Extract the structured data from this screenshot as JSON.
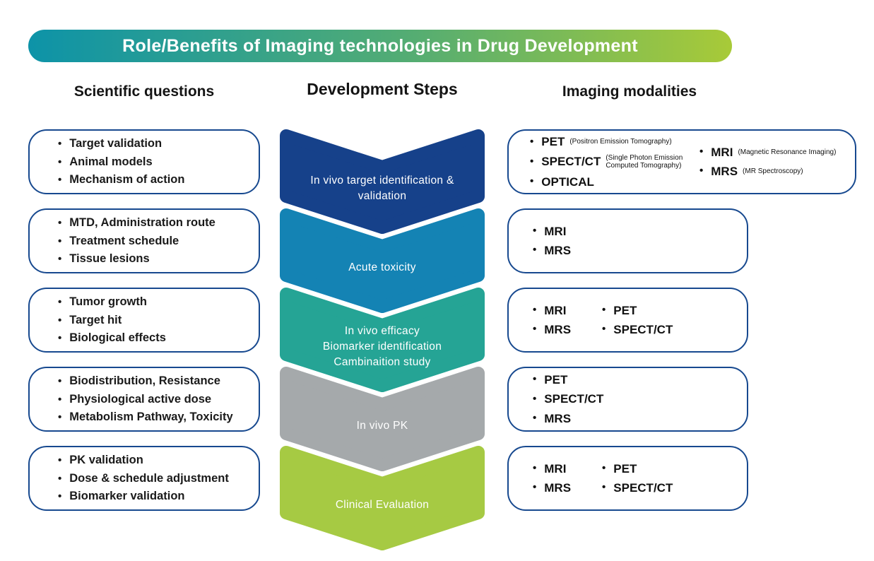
{
  "title": "Role/Benefits of Imaging technologies in Drug Development",
  "headers": {
    "left": "Scientific questions",
    "middle": "Development Steps",
    "right": "Imaging modalities"
  },
  "colors": {
    "banner_start": "#0d93a8",
    "banner_end": "#a8ca38",
    "box_border": "#17498f"
  },
  "rows": [
    {
      "questions": [
        "Target validation",
        "Animal models",
        "Mechanism of action"
      ],
      "step_lines": [
        "In vivo target identification &",
        "validation"
      ],
      "step_color": "#16418a",
      "modalities": {
        "col1": [
          {
            "name": "PET",
            "desc": "(Positron Emission Tomography)"
          },
          {
            "name": "SPECT/CT",
            "desc": "(Single Photon Emission Computed Tomography)"
          },
          {
            "name": "OPTICAL"
          }
        ],
        "col2": [
          {
            "name": "MRI",
            "desc": "(Magnetic Resonance Imaging)"
          },
          {
            "name": "MRS",
            "desc": "(MR Spectroscopy)"
          }
        ]
      }
    },
    {
      "questions": [
        "MTD, Administration route",
        "Treatment schedule",
        "Tissue lesions"
      ],
      "step_lines": [
        "Acute toxicity"
      ],
      "step_color": "#1483b4",
      "modalities": {
        "col1": [
          {
            "name": "MRI"
          },
          {
            "name": "MRS"
          }
        ]
      }
    },
    {
      "questions": [
        "Tumor growth",
        "Target hit",
        "Biological effects"
      ],
      "step_lines": [
        "In vivo efficacy",
        "Biomarker identification",
        "Cambinaition study"
      ],
      "step_color": "#25a495",
      "modalities": {
        "col1": [
          {
            "name": "MRI"
          },
          {
            "name": "MRS"
          }
        ],
        "col2": [
          {
            "name": "PET"
          },
          {
            "name": "SPECT/CT"
          }
        ]
      }
    },
    {
      "questions": [
        "Biodistribution, Resistance",
        "Physiological active dose",
        "Metabolism Pathway, Toxicity"
      ],
      "step_lines": [
        "In vivo PK"
      ],
      "step_color": "#a5a9ab",
      "modalities": {
        "col1": [
          {
            "name": "PET"
          },
          {
            "name": "SPECT/CT"
          },
          {
            "name": "MRS"
          }
        ]
      }
    },
    {
      "questions": [
        "PK validation",
        "Dose & schedule adjustment",
        "Biomarker validation"
      ],
      "step_lines": [
        "Clinical Evaluation"
      ],
      "step_color": "#a6ca43",
      "modalities": {
        "col1": [
          {
            "name": "MRI"
          },
          {
            "name": "MRS"
          }
        ],
        "col2": [
          {
            "name": "PET"
          },
          {
            "name": "SPECT/CT"
          }
        ]
      }
    }
  ],
  "bullet": "•"
}
